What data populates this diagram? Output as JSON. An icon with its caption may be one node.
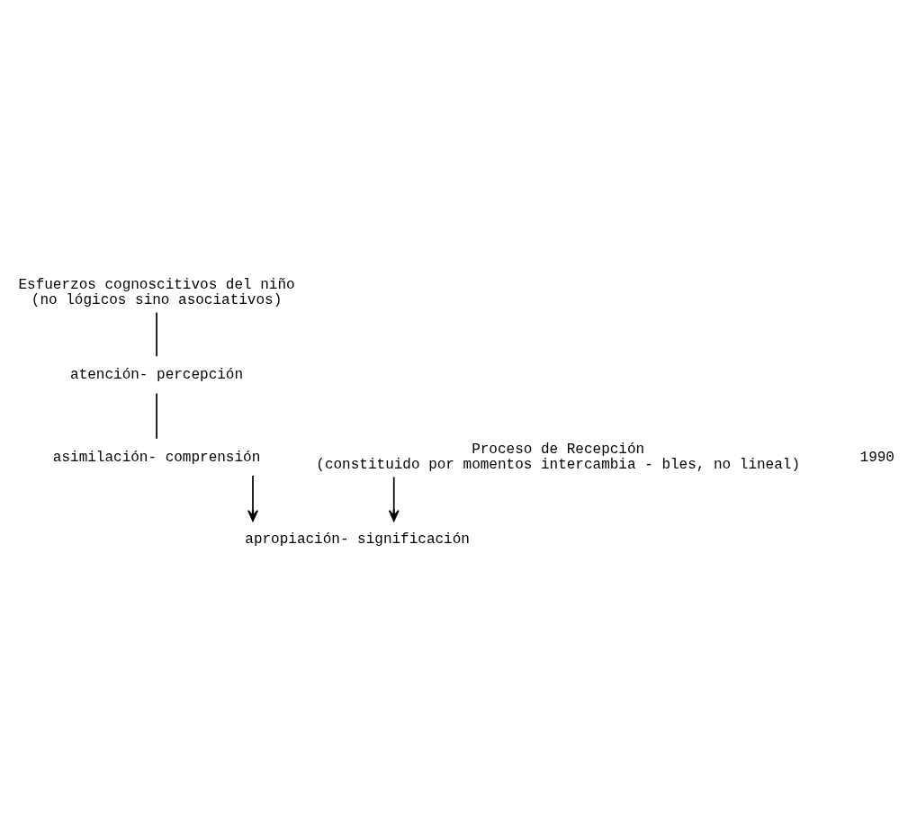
{
  "diagram": {
    "nodes": [
      {
        "text": [
          "Esfuerzos cognoscitivos del niño",
          "(no lógicos sino asociativos)"
        ]
      },
      {
        "text": [
          "atención- percepción"
        ]
      },
      {
        "text": [
          "asimilación- comprensión"
        ]
      },
      {
        "text": [
          "apropiación- significación"
        ]
      },
      {
        "text": [
          "Proceso de Recepción",
          "(constituido por momentos intercambia - bles, no lineal)"
        ]
      }
    ],
    "edges": [
      {
        "from": 0,
        "to": 1,
        "arrow": "none"
      },
      {
        "from": 1,
        "to": 2,
        "arrow": "none"
      },
      {
        "from": 2,
        "to": 3,
        "arrow": "to"
      },
      {
        "from": 4,
        "to": 3,
        "arrow": "to"
      }
    ],
    "labels": [
      "1990"
    ]
  }
}
